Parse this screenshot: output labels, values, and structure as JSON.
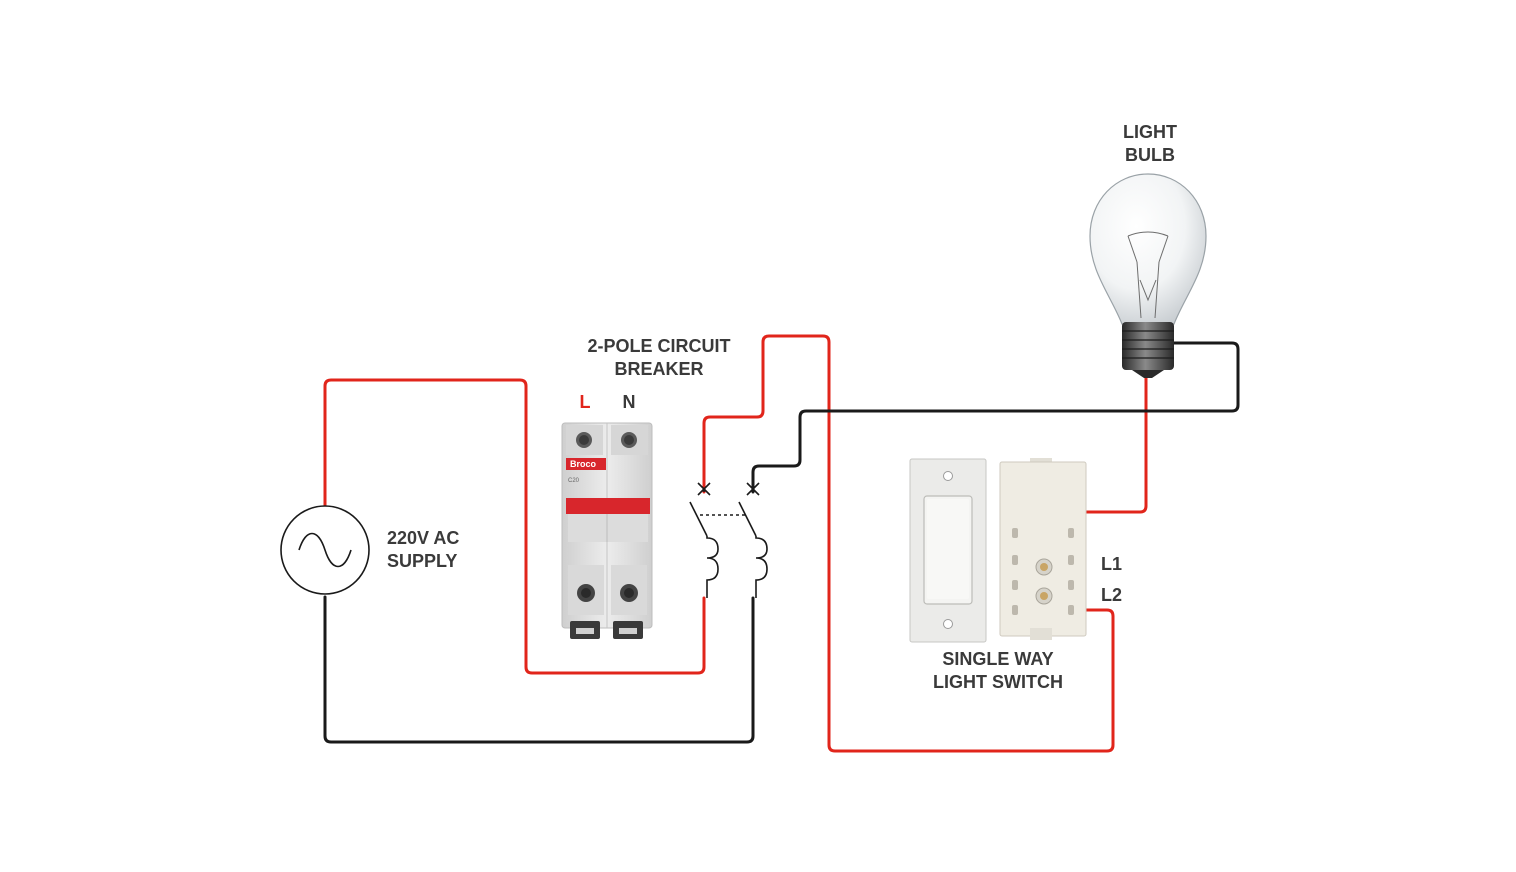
{
  "labels": {
    "supply": [
      "220V AC",
      "SUPPLY"
    ],
    "breaker": [
      "2-POLE CIRCUIT",
      "BREAKER"
    ],
    "breaker_l": "L",
    "breaker_n": "N",
    "bulb": [
      "LIGHT",
      "BULB"
    ],
    "switch": [
      "SINGLE WAY",
      "LIGHT SWITCH"
    ],
    "switch_l1": "L1",
    "switch_l2": "L2"
  },
  "breaker_markings": {
    "brand": "Broco",
    "rating": "C20"
  },
  "colors": {
    "live_wire": "#e1251b",
    "neutral_wire": "#1a1a1a",
    "label_text": "#3a3a3a",
    "breaker_handle": "#d8262c",
    "breaker_body": "#e4e4e4",
    "switch_plate": "#e9e9e7"
  },
  "icons": {
    "supply": "ac-source-icon",
    "breaker": "circuit-breaker-icon",
    "bulb": "light-bulb-icon",
    "switch": "light-switch-icon"
  }
}
